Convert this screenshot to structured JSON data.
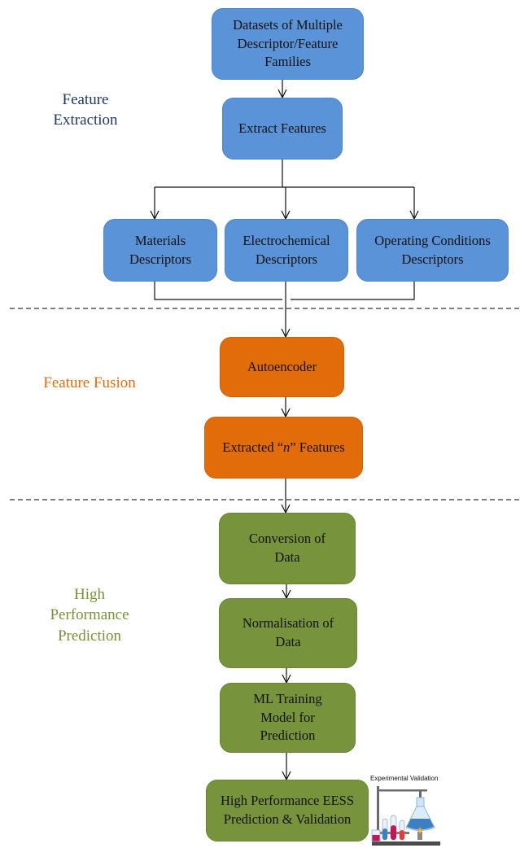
{
  "stages": {
    "extraction": {
      "line1": "Feature",
      "line2": "Extraction",
      "color": "#1f3864"
    },
    "fusion": {
      "line1": "Feature Fusion",
      "color": "#e36c0a"
    },
    "prediction": {
      "line1": "High",
      "line2": "Performance",
      "line3": "Prediction",
      "color": "#77933c"
    }
  },
  "nodes": {
    "datasets": {
      "line1": "Datasets of Multiple",
      "line2": "Descriptor/Feature",
      "line3": "Families"
    },
    "extract_features": {
      "label": "Extract Features"
    },
    "materials": {
      "line1": "Materials",
      "line2": "Descriptors"
    },
    "electrochemical": {
      "line1": "Electrochemical",
      "line2": "Descriptors"
    },
    "operating": {
      "line1": "Operating Conditions",
      "line2": "Descriptors"
    },
    "autoencoder": {
      "label": "Autoencoder"
    },
    "extracted": {
      "prefix": "Extracted “",
      "n": "n",
      "suffix": "” Features"
    },
    "conversion": {
      "line1": "Conversion of",
      "line2": "Data"
    },
    "normalisation": {
      "line1": "Normalisation of",
      "line2": "Data"
    },
    "ml_training": {
      "line1": "ML Training",
      "line2": "Model for",
      "line3": "Prediction"
    },
    "final": {
      "line1": "High Performance EESS",
      "line2": "Prediction & Validation"
    }
  },
  "illustration": {
    "caption": "Experimental Validation",
    "icon": "lab-flask-burner-illustration"
  },
  "colors": {
    "blue_box": "#5b93d8",
    "orange_box": "#e36c0a",
    "green_box": "#77933c",
    "connector": "#111111",
    "divider": "#333333"
  }
}
